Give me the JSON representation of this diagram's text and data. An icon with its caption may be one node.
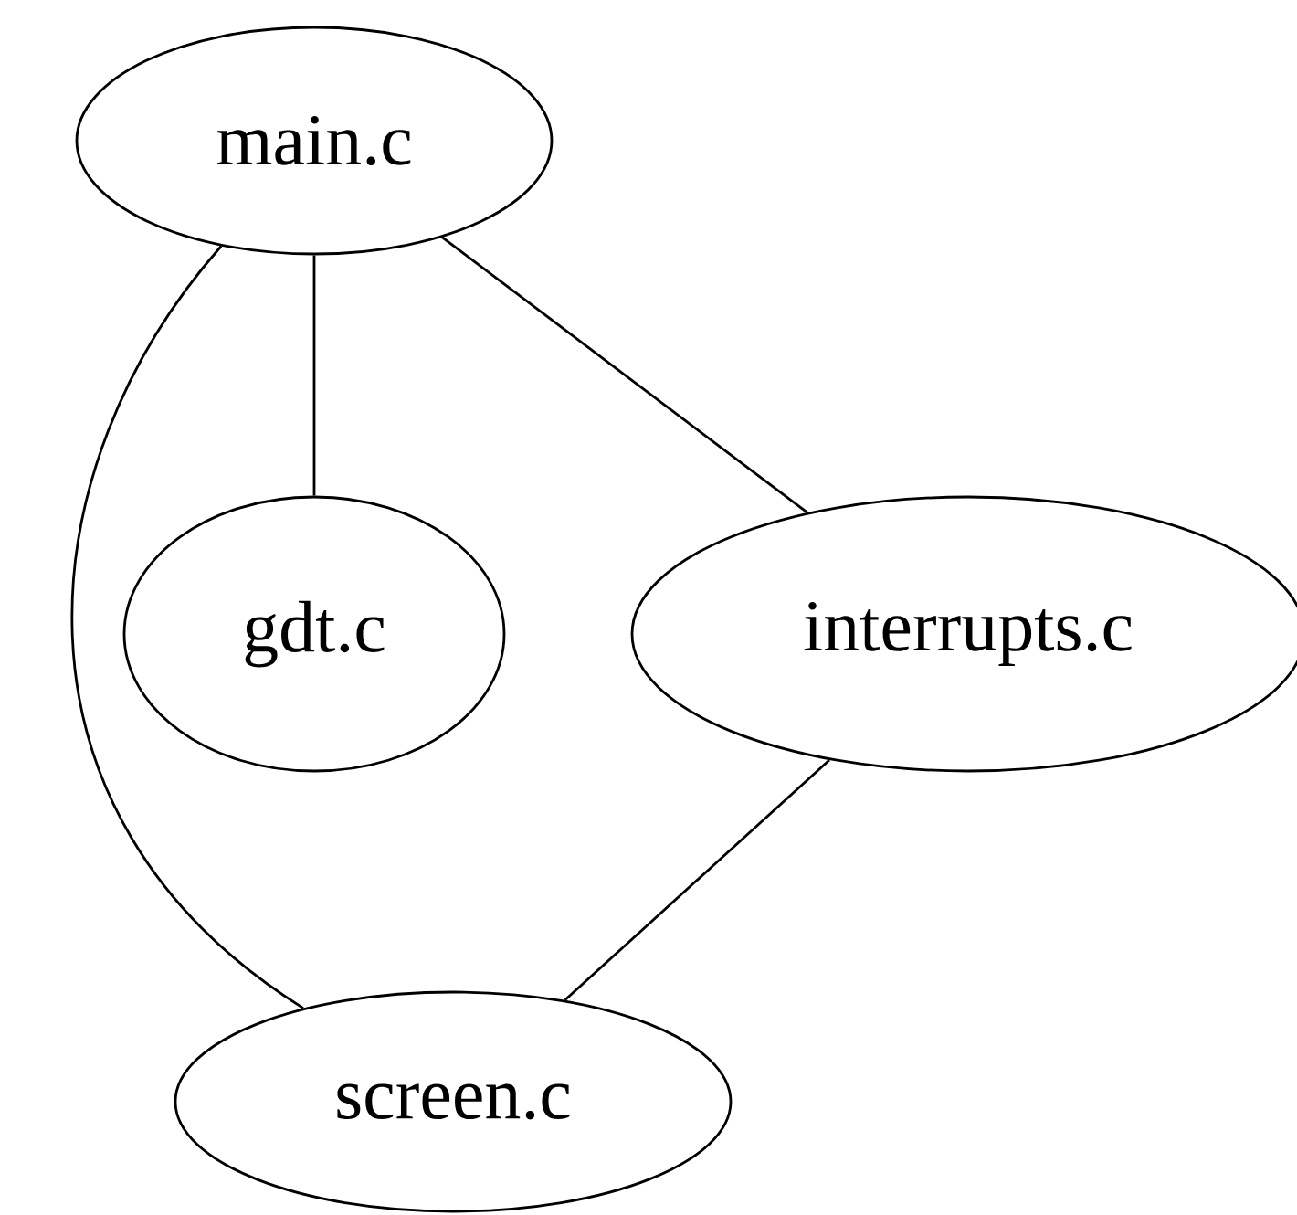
{
  "diagram": {
    "nodes": [
      {
        "text": [
          "main.c"
        ]
      },
      {
        "text": [
          "gdt.c"
        ]
      },
      {
        "text": [
          "interrupts.c"
        ]
      },
      {
        "text": [
          "screen.c"
        ]
      }
    ],
    "edges": [
      {
        "from": 0,
        "to": 1,
        "arrow": "none"
      },
      {
        "from": 0,
        "to": 2,
        "arrow": "none"
      },
      {
        "from": 0,
        "to": 3,
        "arrow": "none"
      },
      {
        "from": 2,
        "to": 3,
        "arrow": "none"
      }
    ]
  }
}
